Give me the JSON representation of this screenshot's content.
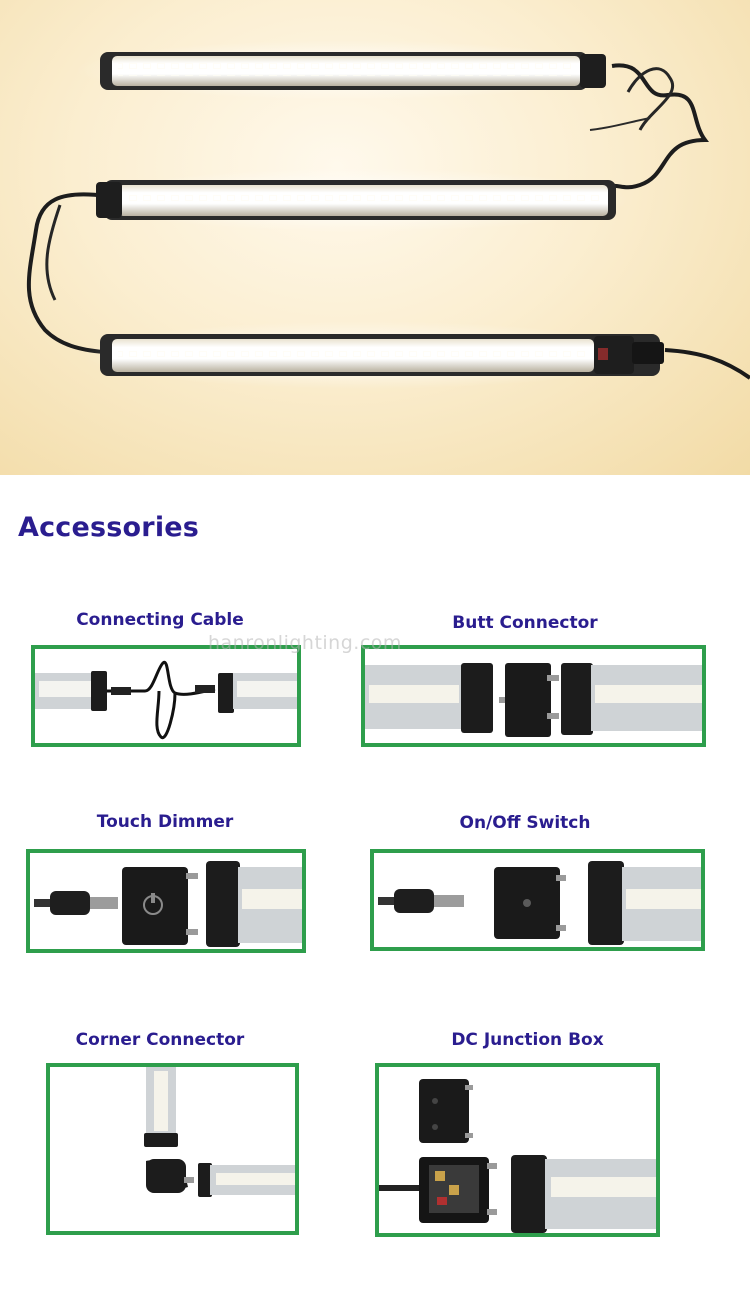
{
  "section_title": "Accessories",
  "watermark": "hanronlighting.com",
  "accessories": [
    {
      "label": "Connecting Cable"
    },
    {
      "label": "Butt Connector"
    },
    {
      "label": "Touch Dimmer"
    },
    {
      "label": "On/Off Switch"
    },
    {
      "label": "Corner Connector"
    },
    {
      "label": "DC Junction Box"
    }
  ],
  "colors": {
    "title": "#2a1d8f",
    "frame_border": "#2e9e4c",
    "hero_background": "#f6e4b8"
  }
}
